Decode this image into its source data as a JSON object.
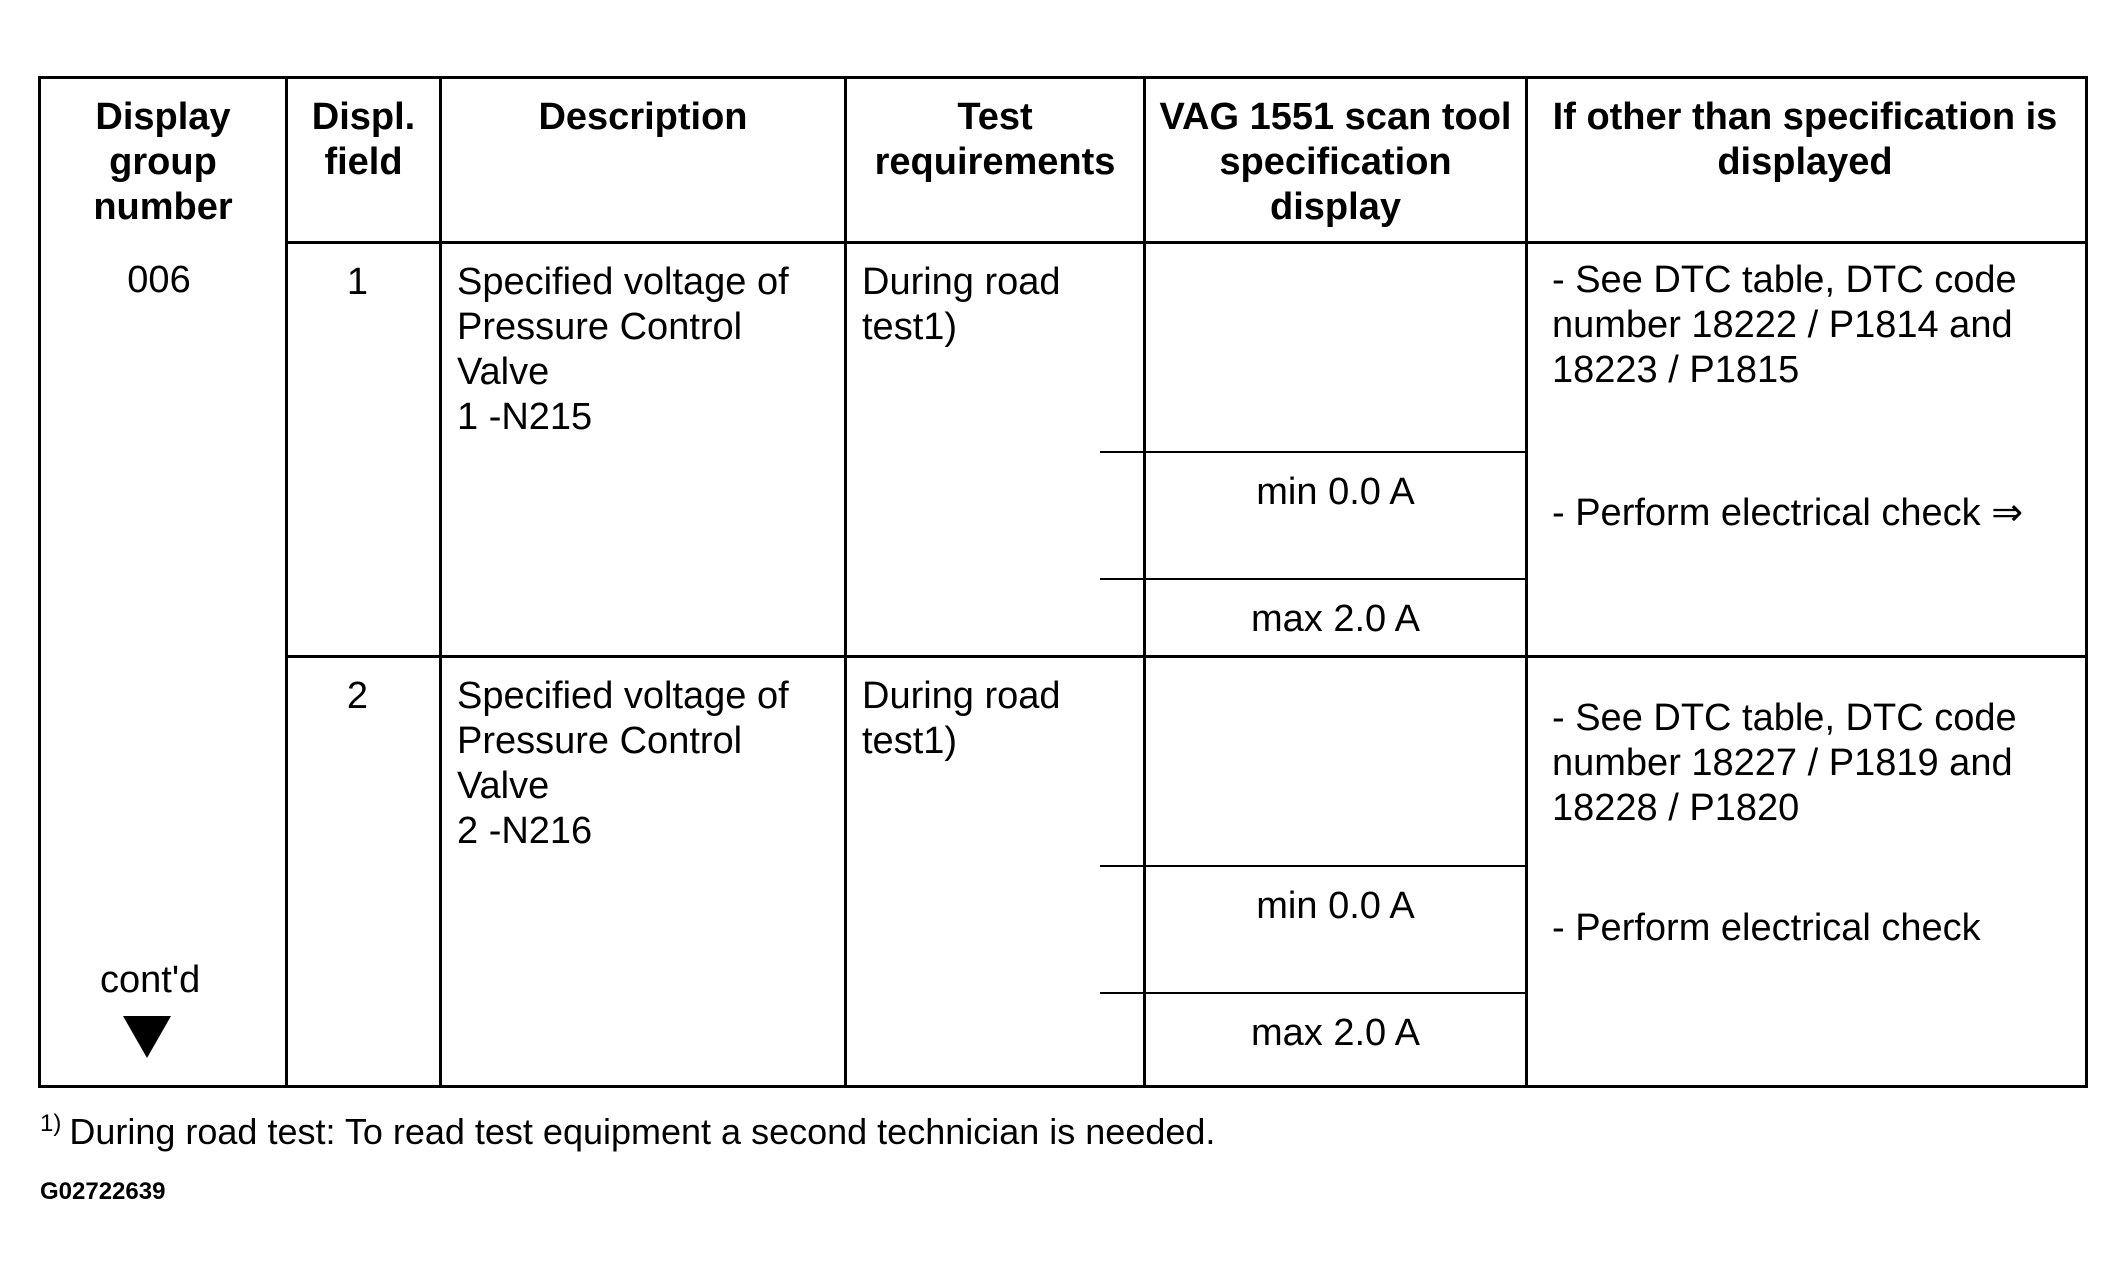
{
  "table": {
    "headers": {
      "group": "Display\ngroup\nnumber",
      "field": "Displ.\nfield",
      "description": "Description",
      "test": "Test\nrequirements",
      "spec": "VAG 1551 scan tool\nspecification\ndisplay",
      "other": "If other than specification is\ndisplayed"
    },
    "group_number": "006",
    "contd": "cont'd",
    "rows": [
      {
        "field": "1",
        "description": "Specified voltage of\nPressure Control Valve\n1 -N215",
        "test": "During road\ntest1)",
        "spec_min": "min 0.0 A",
        "spec_max": "max 2.0 A",
        "other_dtc": "- See DTC table, DTC code\nnumber 18222 / P1814 and\n18223 / P1815",
        "other_check": "- Perform electrical check ⇒"
      },
      {
        "field": "2",
        "description": "Specified voltage of\nPressure Control Valve\n2 -N216",
        "test": "During road\ntest1)",
        "spec_min": "min 0.0 A",
        "spec_max": "max 2.0 A",
        "other_dtc": "- See DTC table, DTC code\nnumber 18227 / P1819 and\n18228 / P1820",
        "other_check": "- Perform electrical check"
      }
    ]
  },
  "footnote": {
    "marker": "1)",
    "text": "During road test: To read test equipment a second technician is needed."
  },
  "figure_code": "G02722639"
}
